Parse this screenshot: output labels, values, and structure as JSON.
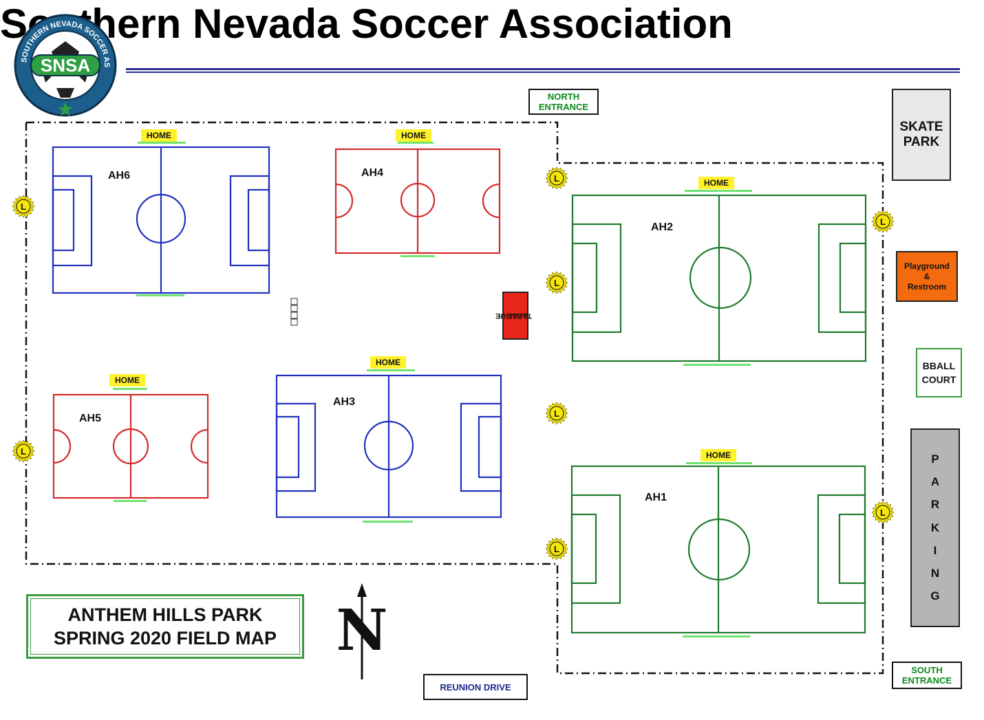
{
  "header": {
    "title": "Southern Nevada Soccer Association",
    "logo_text": "SNSA",
    "logo_ring_text": "SOUTHERN NEVADA SOCCER ASSOCIATION"
  },
  "labels": {
    "north_entrance_line1": "NORTH",
    "north_entrance_line2": "ENTRANCE",
    "south_entrance_line1": "SOUTH",
    "south_entrance_line2": "ENTRANCE",
    "skate_park_line1": "SKATE",
    "skate_park_line2": "PARK",
    "playground_line1": "Playground",
    "playground_line2": "&",
    "playground_line3": "Restroom",
    "bball_line1": "BBALL",
    "bball_line2": "COURT",
    "parking_letters": [
      "P",
      "A",
      "R",
      "K",
      "I",
      "N",
      "G"
    ],
    "league_table_line1": "LEAGUE",
    "league_table_line2": "TABLE",
    "reunion_drive": "REUNION DRIVE",
    "map_title_line1": "ANTHEM HILLS PARK",
    "map_title_line2": "SPRING 2020 FIELD MAP",
    "home": "HOME",
    "lightning_marker": "L",
    "north_arrow": "N"
  },
  "fields": [
    {
      "name": "AH6",
      "color": "#1f2fbf"
    },
    {
      "name": "AH4",
      "color": "#d62828"
    },
    {
      "name": "AH5",
      "color": "#d62828"
    },
    {
      "name": "AH3",
      "color": "#1f2fbf"
    },
    {
      "name": "AH2",
      "color": "#1e7a2c"
    },
    {
      "name": "AH1",
      "color": "#1e7a2c"
    }
  ],
  "colors": {
    "title_rule": "#2b2f8c",
    "boundary": "#111111",
    "home_badge": "#fff22a",
    "home_bar": "#6fe36f",
    "lightning": "#f6e60a",
    "league_table": "#e8261a",
    "playground": "#f46a0f"
  }
}
